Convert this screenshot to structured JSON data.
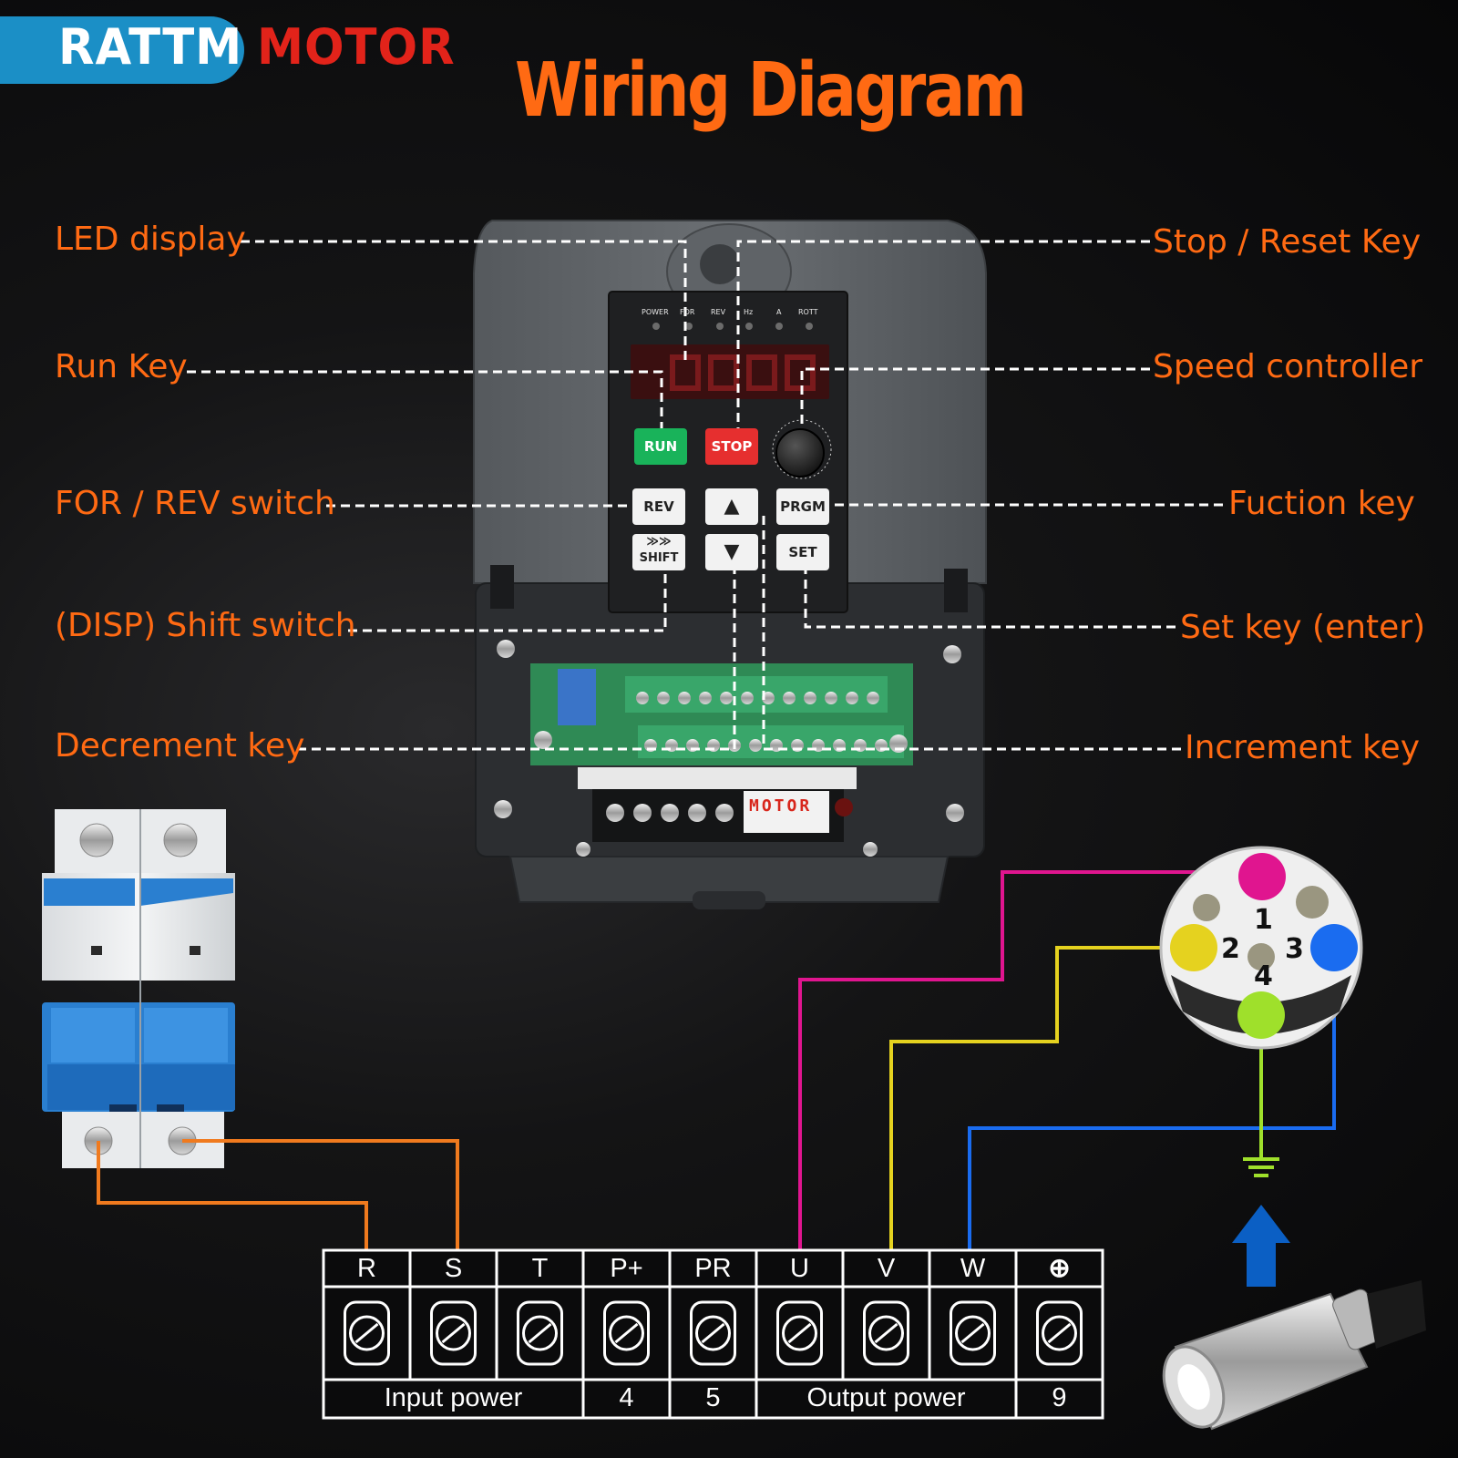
{
  "brand": {
    "name_a": "RATTM",
    "name_b": "MOTOR"
  },
  "title": "Wiring Diagram",
  "labels_left": [
    {
      "text": "LED display"
    },
    {
      "text": "Run Key"
    },
    {
      "text": "FOR / REV switch"
    },
    {
      "text": "(DISP) Shift switch"
    },
    {
      "text": "Decrement key"
    }
  ],
  "labels_right": [
    {
      "text": "Stop / Reset Key"
    },
    {
      "text": "Speed controller"
    },
    {
      "text": "Fuction key"
    },
    {
      "text": "Set key (enter)"
    },
    {
      "text": "Increment key"
    }
  ],
  "keypad": {
    "leds": [
      "POWER",
      "FOR",
      "REV",
      "Hz",
      "A",
      "ROTT"
    ],
    "run": "RUN",
    "stop": "STOP",
    "rev": "REV",
    "prgm": "PRGM",
    "shift_arrows": "≫≫",
    "shift": "SHIFT",
    "set": "SET",
    "motor_label": "MOTOR"
  },
  "terminals": {
    "names": [
      "R",
      "S",
      "T",
      "P+",
      "PR",
      "U",
      "V",
      "W",
      "⊕"
    ],
    "group_input": "Input power",
    "label_4": "4",
    "label_5": "5",
    "group_output": "Output power",
    "label_9": "9"
  },
  "connector_pins": [
    "1",
    "2",
    "3",
    "4"
  ],
  "colors": {
    "accent_orange": "#ff6a13",
    "brand_blue": "#1b8fc6",
    "brand_red": "#e2231a",
    "wire_r_s": "#f07a1e",
    "wire_u": "#e0158f",
    "wire_v": "#e5d21f",
    "wire_w": "#1a6cf0",
    "wire_ground": "#9fe02b",
    "arrow_blue": "#0b5fc4"
  }
}
